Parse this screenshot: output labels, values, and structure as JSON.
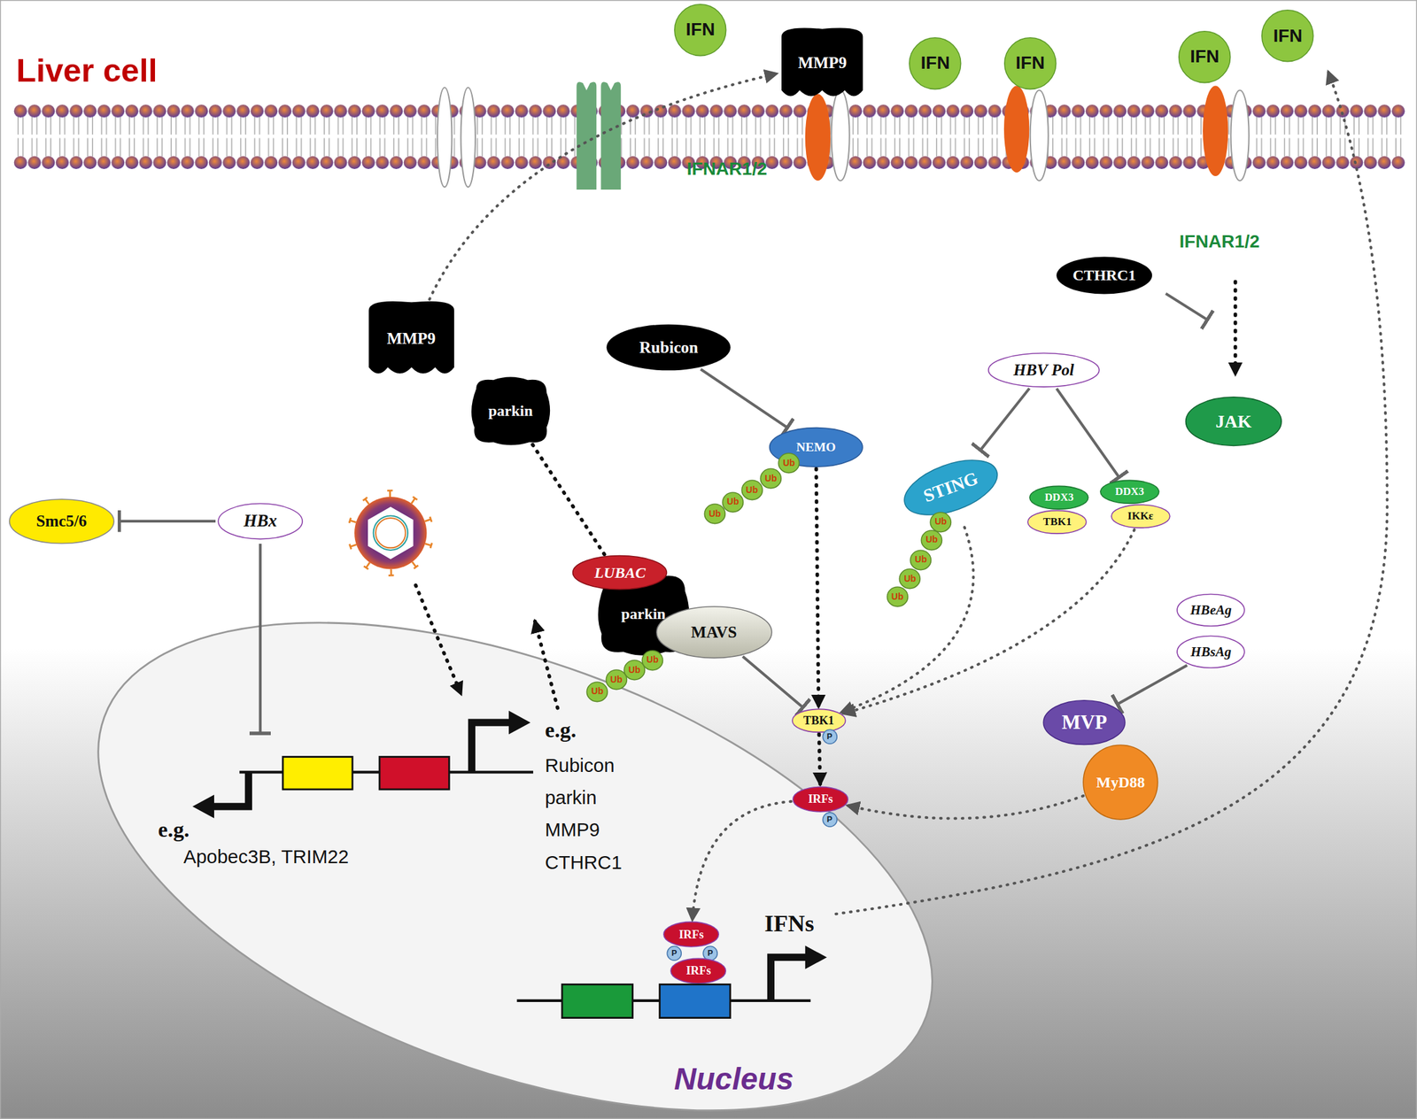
{
  "diagram": {
    "nodes": [
      {
        "text": [
          "IFN"
        ]
      },
      {
        "text": [
          "IFN"
        ]
      },
      {
        "text": [
          "IFN"
        ]
      },
      {
        "text": [
          "IFN"
        ]
      },
      {
        "text": [
          "IFN"
        ]
      },
      {
        "text": [
          "MMP9"
        ]
      },
      {
        "text": [
          "CTHRC1"
        ]
      },
      {
        "text": [
          "MMP9"
        ]
      },
      {
        "text": [
          "Rubicon"
        ]
      },
      {
        "text": [
          "HBV Pol"
        ]
      },
      {
        "text": [
          "parkin"
        ]
      },
      {
        "text": [
          "JAK"
        ]
      },
      {
        "text": [
          "NEMO"
        ]
      },
      {
        "text": [
          "Ub"
        ]
      },
      {
        "text": [
          "Ub"
        ]
      },
      {
        "text": [
          "Ub"
        ]
      },
      {
        "text": [
          "Ub"
        ]
      },
      {
        "text": [
          "Ub"
        ]
      },
      {
        "text": [
          "STING"
        ]
      },
      {
        "text": [
          "Ub"
        ]
      },
      {
        "text": [
          "Ub"
        ]
      },
      {
        "text": [
          "Ub"
        ]
      },
      {
        "text": [
          "Ub"
        ]
      },
      {
        "text": [
          "Ub"
        ]
      },
      {
        "text": [
          "DDX3"
        ]
      },
      {
        "text": [
          "TBK1"
        ]
      },
      {
        "text": [
          "DDX3"
        ]
      },
      {
        "text": [
          "IKKε"
        ]
      },
      {
        "text": [
          "Smc5/6"
        ]
      },
      {
        "text": [
          "HBx"
        ]
      },
      {
        "text": [
          "HBV"
        ]
      },
      {
        "text": [
          "LUBAC"
        ]
      },
      {
        "text": [
          "parkin"
        ]
      },
      {
        "text": [
          "MAVS"
        ]
      },
      {
        "text": [
          "Ub"
        ]
      },
      {
        "text": [
          "Ub"
        ]
      },
      {
        "text": [
          "Ub"
        ]
      },
      {
        "text": [
          "Ub"
        ]
      },
      {
        "text": [
          "HBeAg"
        ]
      },
      {
        "text": [
          "HBsAg"
        ]
      },
      {
        "text": [
          "MVP"
        ]
      },
      {
        "text": [
          "MyD88"
        ]
      },
      {
        "text": [
          "TBK1"
        ]
      },
      {
        "text": [
          "P"
        ]
      },
      {
        "text": [
          "IRFs"
        ]
      },
      {
        "text": [
          "P"
        ]
      },
      {
        "text": [
          "Nucleus"
        ]
      },
      {
        "text": [
          "IRFs"
        ],
        "in": 46
      },
      {
        "text": [
          "P"
        ],
        "in": 46
      },
      {
        "text": [
          "P"
        ],
        "in": 46
      },
      {
        "text": [
          "IRFs"
        ],
        "in": 46
      }
    ],
    "edges": [
      {
        "from": 29,
        "to": 28,
        "arrow": "to"
      },
      {
        "from": 7,
        "to": 5,
        "arrow": "to"
      },
      {
        "from": 10,
        "to": 32,
        "arrow": "to"
      },
      {
        "from": 8,
        "to": 12,
        "arrow": "to"
      },
      {
        "from": 12,
        "to": 42,
        "arrow": "to"
      },
      {
        "from": 33,
        "to": 42,
        "arrow": "to"
      },
      {
        "from": 9,
        "to": 18,
        "arrow": "to"
      },
      {
        "from": 9,
        "to": 26,
        "arrow": "to"
      },
      {
        "from": 18,
        "to": 42,
        "arrow": "to"
      },
      {
        "from": 27,
        "to": 42,
        "arrow": "to"
      },
      {
        "from": 39,
        "to": 40,
        "arrow": "to"
      },
      {
        "from": 41,
        "to": 44,
        "arrow": "to"
      },
      {
        "from": 42,
        "to": 44,
        "arrow": "to"
      },
      {
        "from": 44,
        "to": 47,
        "arrow": "to"
      }
    ],
    "labels": [
      "Liver cell",
      "IFNAR1/2",
      "IFNAR1/2",
      "e.g.",
      "Rubicon parkin MMP9 CTHRC1",
      "e.g.",
      "Apobec3B, TRIM22",
      "IFNs"
    ]
  }
}
